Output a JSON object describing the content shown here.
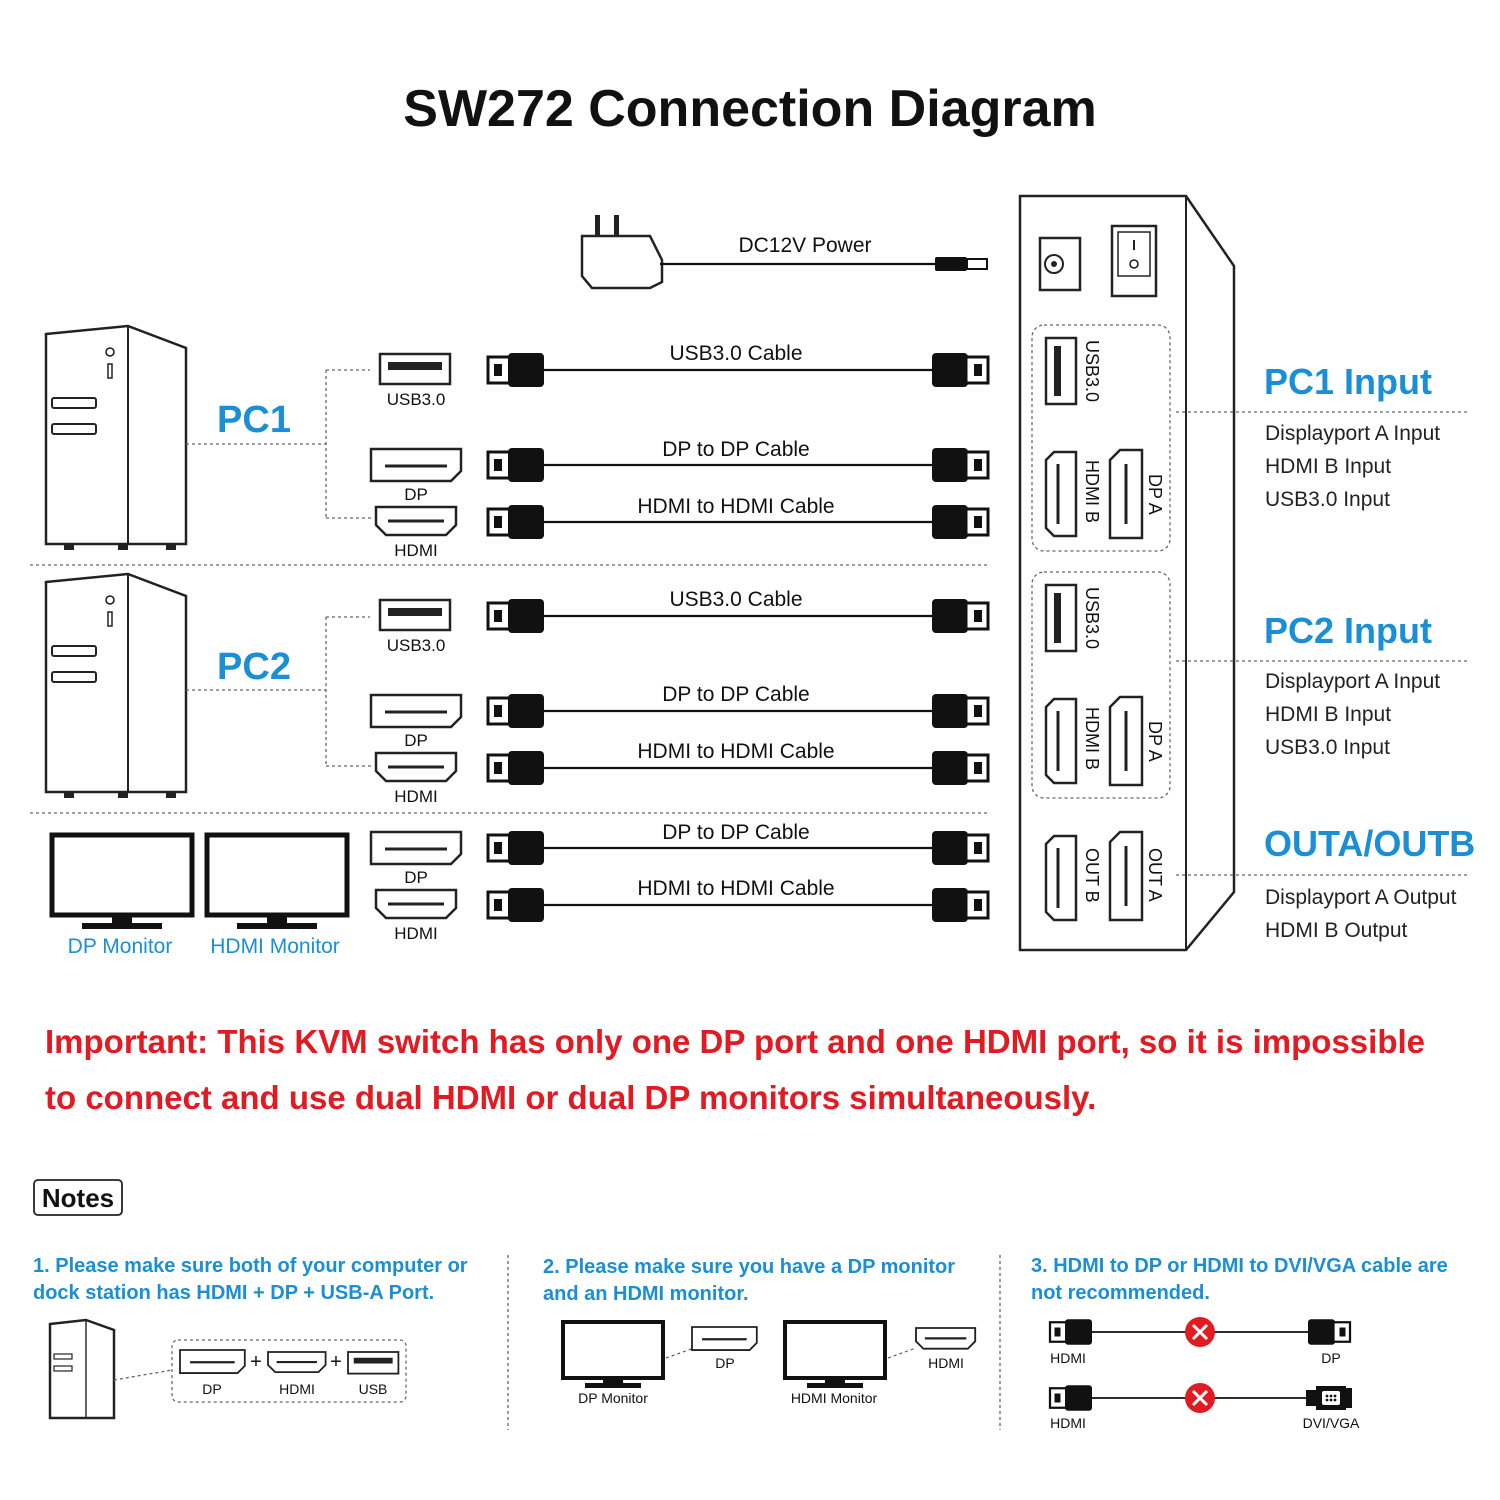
{
  "title": "SW272 Connection Diagram",
  "power": {
    "label": "DC12V Power"
  },
  "pc1": {
    "label": "PC1",
    "ports": {
      "usb": "USB3.0",
      "dp": "DP",
      "hdmi": "HDMI"
    },
    "cables": {
      "usb": "USB3.0 Cable",
      "dp": "DP to DP Cable",
      "hdmi": "HDMI to HDMI Cable"
    }
  },
  "pc2": {
    "label": "PC2",
    "ports": {
      "usb": "USB3.0",
      "dp": "DP",
      "hdmi": "HDMI"
    },
    "cables": {
      "usb": "USB3.0 Cable",
      "dp": "DP to DP Cable",
      "hdmi": "HDMI to HDMI Cable"
    }
  },
  "monitors": {
    "dp_label": "DP Monitor",
    "hdmi_label": "HDMI Monitor",
    "ports": {
      "dp": "DP",
      "hdmi": "HDMI"
    },
    "cables": {
      "dp": "DP to DP Cable",
      "hdmi": "HDMI to HDMI Cable"
    }
  },
  "switch_ports": {
    "pc1": {
      "usb": "USB3.0",
      "hdmi": "HDMI B",
      "dp": "DP A"
    },
    "pc2": {
      "usb": "USB3.0",
      "hdmi": "HDMI B",
      "dp": "DP A"
    },
    "out": {
      "outb": "OUT B",
      "outa": "OUT A"
    }
  },
  "right_panel": {
    "pc1": {
      "heading": "PC1 Input",
      "lines": [
        "Displayport A Input",
        "HDMI B Input",
        "USB3.0 Input"
      ]
    },
    "pc2": {
      "heading": "PC2 Input",
      "lines": [
        "Displayport A Input",
        "HDMI B Input",
        "USB3.0 Input"
      ]
    },
    "out": {
      "heading": "OUTA/OUTB",
      "lines": [
        "Displayport A Output",
        "HDMI B Output"
      ]
    }
  },
  "important": {
    "line1": "Important: This KVM switch has only one DP port and one HDMI port, so it is impossible",
    "line2": "to connect and use dual HDMI or dual DP monitors simultaneously.",
    "color": "#e21b22"
  },
  "notes": {
    "title": "Notes",
    "note1": {
      "line1": "1. Please make sure both of your computer or",
      "line2": "dock station has HDMI + DP + USB-A Port.",
      "ports": [
        "DP",
        "HDMI",
        "USB"
      ]
    },
    "note2": {
      "line1": "2. Please make sure you have a DP monitor",
      "line2": "and an HDMI monitor.",
      "dp_monitor": "DP Monitor",
      "dp_port": "DP",
      "hdmi_monitor": "HDMI Monitor",
      "hdmi_port": "HDMI"
    },
    "note3": {
      "line1": "3. HDMI to DP or HDMI to DVI/VGA cable are",
      "line2": "not recommended.",
      "row1": {
        "left": "HDMI",
        "right": "DP"
      },
      "row2": {
        "left": "HDMI",
        "right": "DVI/VGA"
      }
    }
  },
  "colors": {
    "accent": "#1a8fd6",
    "warning": "#e21b22",
    "text": "#111111"
  }
}
